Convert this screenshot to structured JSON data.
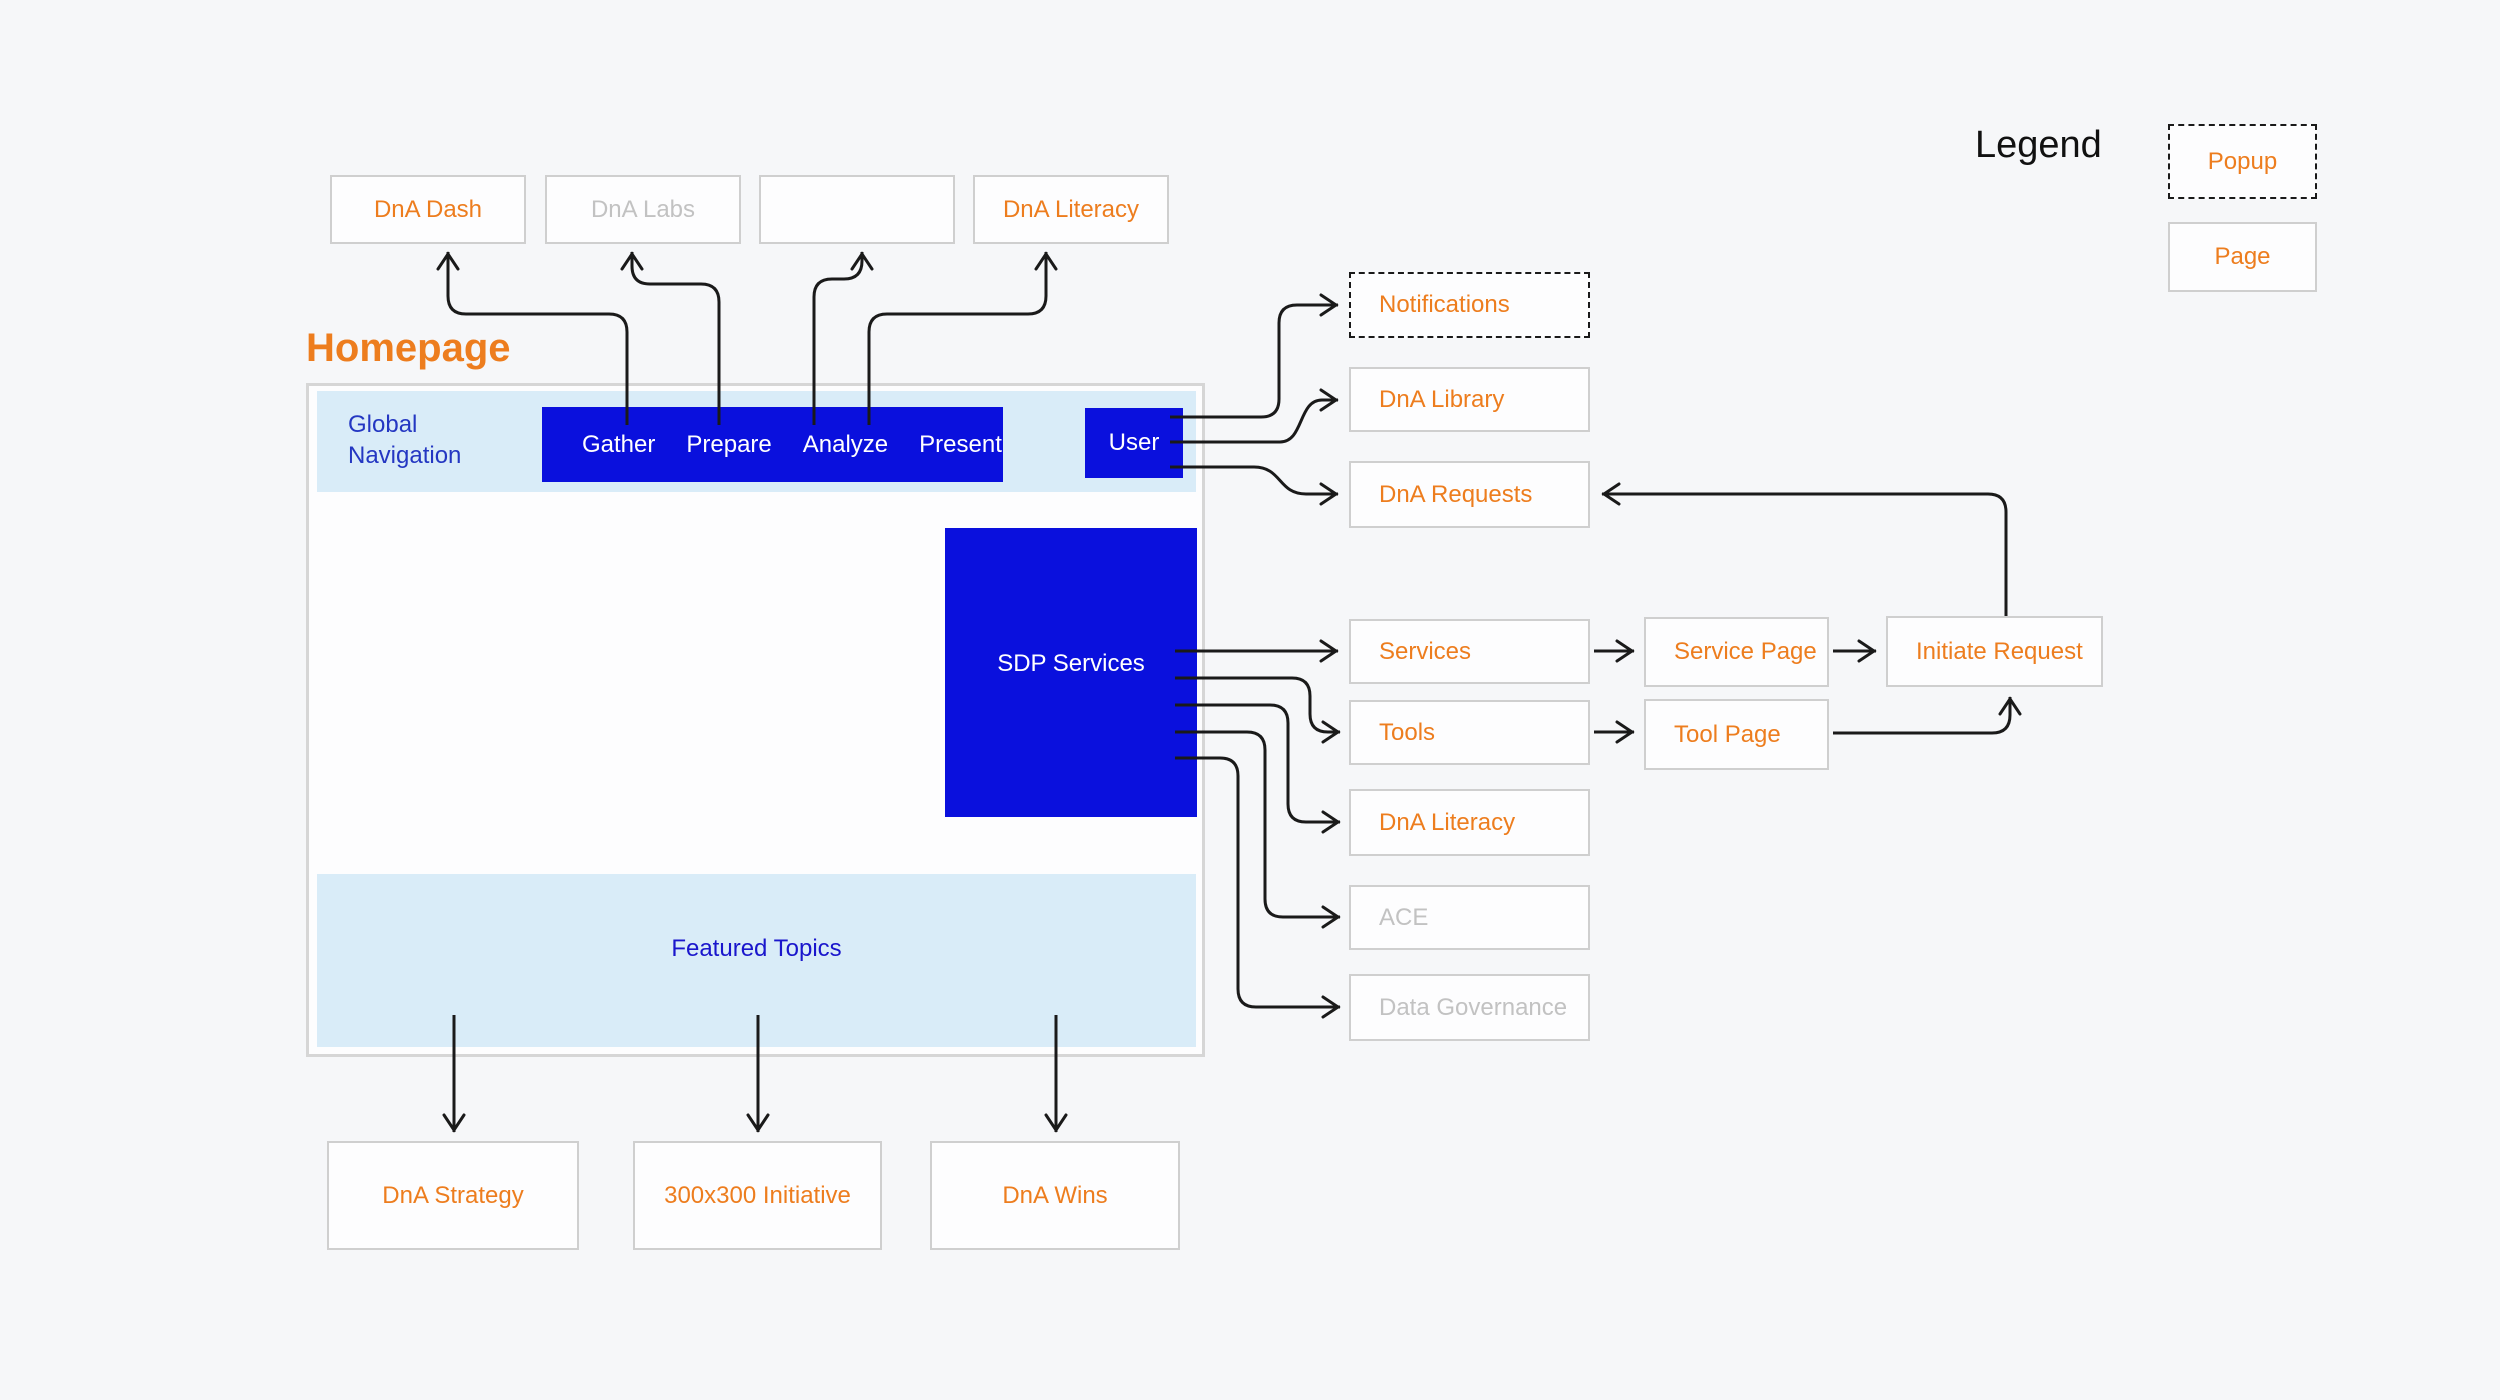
{
  "colors": {
    "accent_orange": "#ed7d1e",
    "primary_blue": "#0a10dd",
    "light_blue": "#d9ecf8",
    "disabled_gray": "#c2c2c2",
    "connector_black": "#1a1a1a",
    "box_border_gray": "#cfcfcf"
  },
  "legend": {
    "title": "Legend",
    "popup_label": "Popup",
    "page_label": "Page"
  },
  "top_pages": [
    {
      "label": "DnA Dash",
      "state": "active"
    },
    {
      "label": "DnA Labs",
      "state": "disabled"
    },
    {
      "label": "",
      "state": "empty"
    },
    {
      "label": "DnA Literacy",
      "state": "active"
    }
  ],
  "homepage": {
    "title": "Homepage",
    "global_nav": {
      "label": "Global\nNavigation",
      "items": [
        "Gather",
        "Prepare",
        "Analyze",
        "Present"
      ],
      "user_label": "User"
    },
    "sdp_label": "SDP Services",
    "featured_label": "Featured Topics"
  },
  "right_column": [
    {
      "label": "Notifications",
      "type": "popup",
      "state": "active"
    },
    {
      "label": "DnA Library",
      "type": "page",
      "state": "active"
    },
    {
      "label": "DnA Requests",
      "type": "page",
      "state": "active"
    },
    {
      "label": "Services",
      "type": "page",
      "state": "active"
    },
    {
      "label": "Tools",
      "type": "page",
      "state": "active"
    },
    {
      "label": "DnA Literacy",
      "type": "page",
      "state": "active"
    },
    {
      "label": "ACE",
      "type": "page",
      "state": "disabled"
    },
    {
      "label": "Data Governance",
      "type": "page",
      "state": "disabled"
    }
  ],
  "detail_pages": {
    "service_page": "Service Page",
    "tool_page": "Tool Page",
    "initiate_request": "Initiate Request"
  },
  "bottom_pages": [
    "DnA Strategy",
    "300x300 Initiative",
    "DnA Wins"
  ]
}
